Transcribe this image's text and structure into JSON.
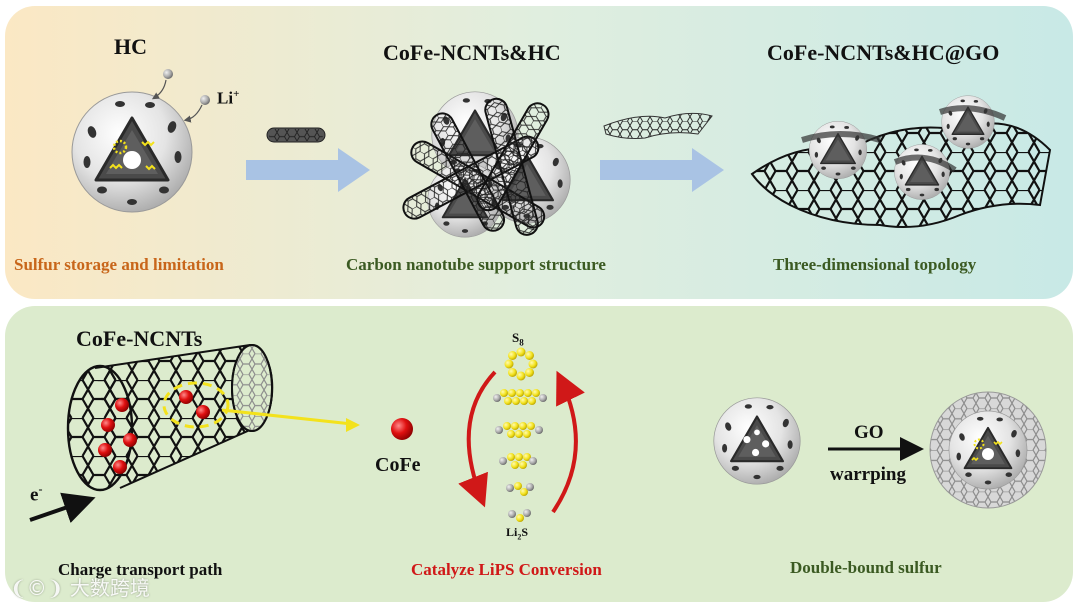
{
  "top_panel": {
    "hc_label": "HC",
    "li_label": "Li",
    "li_sup": "+",
    "cofe_hc_label": "CoFe-NCNTs&HC",
    "cofe_hc_go_label": "CoFe-NCNTs&HC@GO",
    "caption_storage": "Sulfur storage and limitation",
    "caption_support": "Carbon nanotube support structure",
    "caption_topology": "Three-dimensional topology"
  },
  "bottom_panel": {
    "cnt_label": "CoFe-NCNTs",
    "electron_label": "e",
    "electron_sup": "-",
    "caption_transport": "Charge transport path",
    "cofe_label": "CoFe",
    "s8_label": "S",
    "s8_sub": "8",
    "li2s_label": "Li",
    "li2s_sub": "2",
    "li2s_tail": "S",
    "caption_catalyze": "Catalyze  LiPS Conversion",
    "go_label": "GO",
    "warrping_label": "warrping",
    "caption_double": "Double-bound sulfur"
  },
  "watermark": {
    "text": "大数跨境"
  },
  "colors": {
    "top_panel_left": "#fbe8c4",
    "top_panel_mid": "#e0eedf",
    "top_panel_right": "#c8e9e6",
    "bottom_panel": "#dcebcd",
    "arrow_blue": "#a9c3e4",
    "caption_orange": "#c8661a",
    "caption_green": "#3b5a22",
    "caption_red": "#d01818",
    "sulfur_yellow": "#f3e21c",
    "cofe_red": "#e01010"
  }
}
